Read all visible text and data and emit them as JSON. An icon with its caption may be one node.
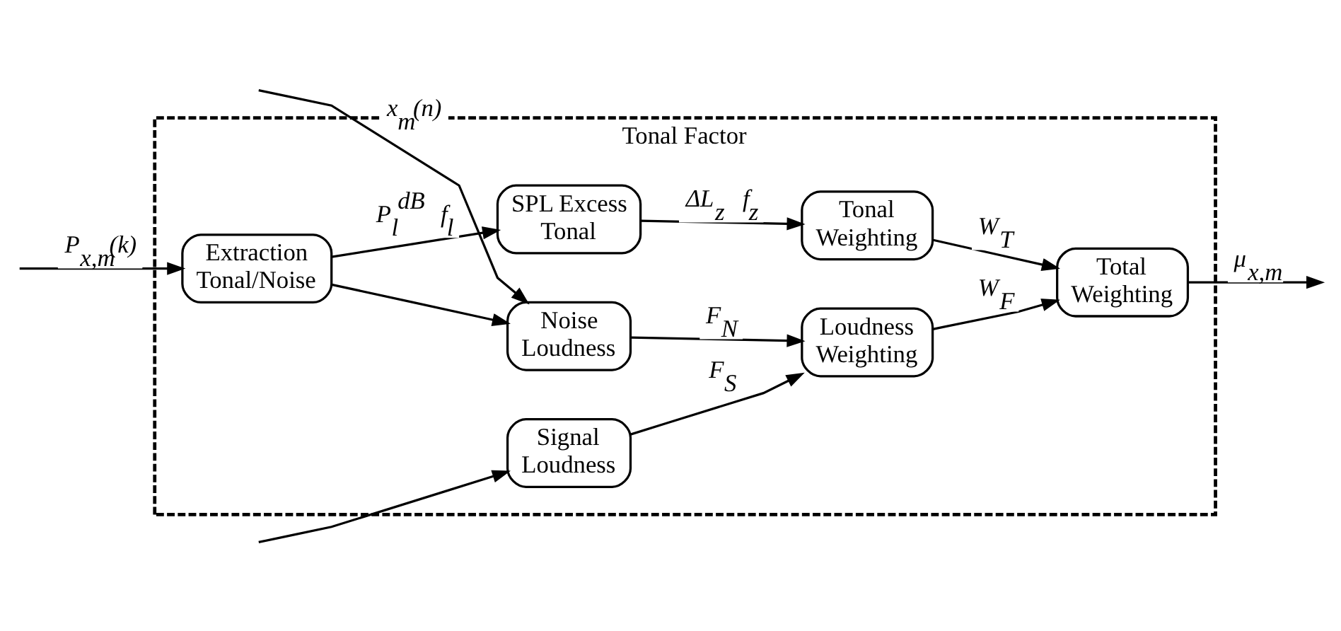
{
  "diagram": {
    "nodes": [
      {
        "text": [
          "Tonal Factor"
        ]
      },
      {
        "text": [
          "Extraction Tonal/Noise"
        ],
        "in": 0
      },
      {
        "text": [
          "SPL Excess Tonal"
        ],
        "in": 0
      },
      {
        "text": [
          "Tonal Weighting"
        ],
        "in": 0
      },
      {
        "text": [
          "Total Weighting"
        ],
        "in": 0
      },
      {
        "text": [
          "Noise Loudness"
        ],
        "in": 0
      },
      {
        "text": [
          "Loudness Weighting"
        ],
        "in": 0
      },
      {
        "text": [
          "Signal Loudness"
        ],
        "in": 0
      }
    ],
    "edges": [
      {
        "from": null,
        "to": 1,
        "arrow": "to",
        "label": "P$_{x,m}$(k)"
      },
      {
        "from": 1,
        "to": 2,
        "arrow": "to",
        "label": "P$_{l}$$^{dB}$ f$_{l}$"
      },
      {
        "from": 2,
        "to": 3,
        "arrow": "to",
        "label": "ΔL$_{z}$ f$_{z}$"
      },
      {
        "from": 3,
        "to": 4,
        "arrow": "to",
        "label": "W$_{T}$"
      },
      {
        "from": 1,
        "to": 5,
        "arrow": "to"
      },
      {
        "from": null,
        "to": 5,
        "arrow": "to",
        "label": "x$_{m}$(n)"
      },
      {
        "from": null,
        "to": 7,
        "arrow": "to"
      },
      {
        "from": 5,
        "to": 6,
        "arrow": "to",
        "label": "F$_{N}$"
      },
      {
        "from": 7,
        "to": 6,
        "arrow": "to",
        "label": "F$_{S}$"
      },
      {
        "from": 6,
        "to": 4,
        "arrow": "to",
        "label": "W$_{F}$"
      },
      {
        "from": 4,
        "to": null,
        "arrow": "to",
        "label": "μ$_{x,m}$"
      }
    ]
  }
}
